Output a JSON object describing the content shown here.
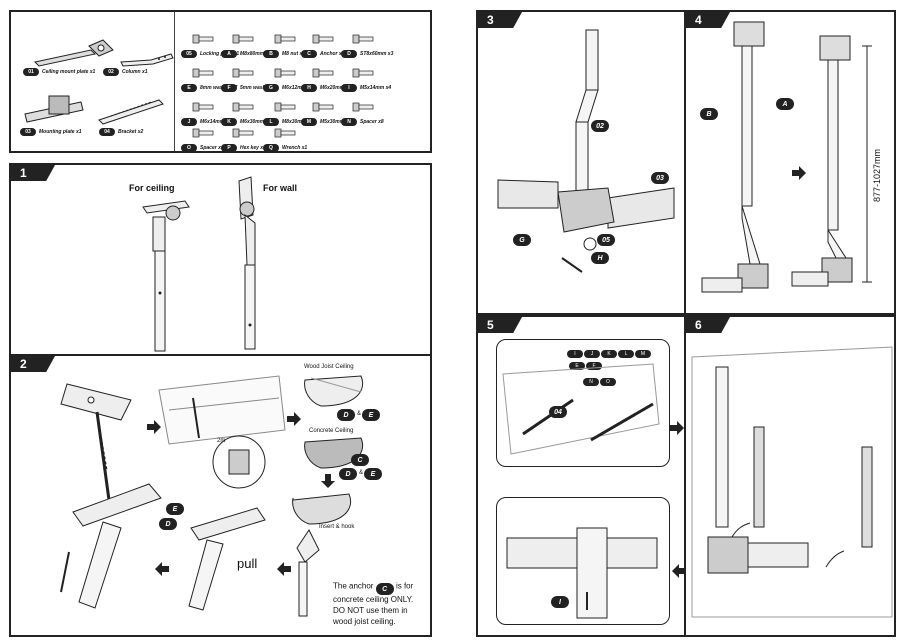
{
  "parts": {
    "large": [
      {
        "code": "01",
        "name": "Ceiling mount plate x1"
      },
      {
        "code": "02",
        "name": "Column x1"
      },
      {
        "code": "03",
        "name": "Mounting plate x1"
      },
      {
        "code": "04",
        "name": "Bracket x2"
      }
    ],
    "hardware": [
      {
        "code": "05",
        "name": "Locking plate x1"
      },
      {
        "code": "A",
        "name": "M8x80mm x2"
      },
      {
        "code": "B",
        "name": "M8 nut x2"
      },
      {
        "code": "C",
        "name": "Anchor x2"
      },
      {
        "code": "D",
        "name": "ST8x60mm x3"
      },
      {
        "code": "E",
        "name": "8mm washer x7"
      },
      {
        "code": "F",
        "name": "5mm washer x4"
      },
      {
        "code": "G",
        "name": "M6x12mm x1"
      },
      {
        "code": "H",
        "name": "M6x20mm x1"
      },
      {
        "code": "I",
        "name": "M5x14mm x4"
      },
      {
        "code": "J",
        "name": "M6x14mm x4"
      },
      {
        "code": "K",
        "name": "M6x30mm x4"
      },
      {
        "code": "L",
        "name": "M8x30mm x4"
      },
      {
        "code": "M",
        "name": "M5x30mm x4"
      },
      {
        "code": "N",
        "name": "Spacer x8"
      },
      {
        "code": "O",
        "name": "Spacer x4"
      },
      {
        "code": "P",
        "name": "Hex key x1"
      },
      {
        "code": "Q",
        "name": "Wrench x1"
      }
    ]
  },
  "steps": {
    "s1": {
      "num": "1",
      "ceiling": "For ceiling",
      "wall": "For wall"
    },
    "s2": {
      "num": "2",
      "wood": "Wood Joist Ceiling",
      "concrete": "Concrete Ceiling",
      "insert": "Insert & hook",
      "pull": "pull",
      "note1": "The anchor",
      "note1b": "is for",
      "note2": "concrete ceiling ONLY.",
      "note3": "DO NOT use them in",
      "note4": "wood joist ceiling.",
      "dim": "2m",
      "labels": {
        "d": "D",
        "e": "E",
        "c": "C",
        "amp": "&"
      }
    },
    "s3": {
      "num": "3",
      "c02": "02",
      "c03": "03",
      "c05": "05",
      "g": "G",
      "h": "H"
    },
    "s4": {
      "num": "4",
      "a": "A",
      "b": "B",
      "range": "877-1027mm"
    },
    "s5": {
      "num": "5",
      "row1": [
        "I",
        "J",
        "K",
        "L",
        "M"
      ],
      "row2": [
        "E",
        "F"
      ],
      "row3": [
        "N",
        "O"
      ],
      "bracket": "04",
      "i": "I"
    },
    "s6": {
      "num": "6"
    }
  }
}
